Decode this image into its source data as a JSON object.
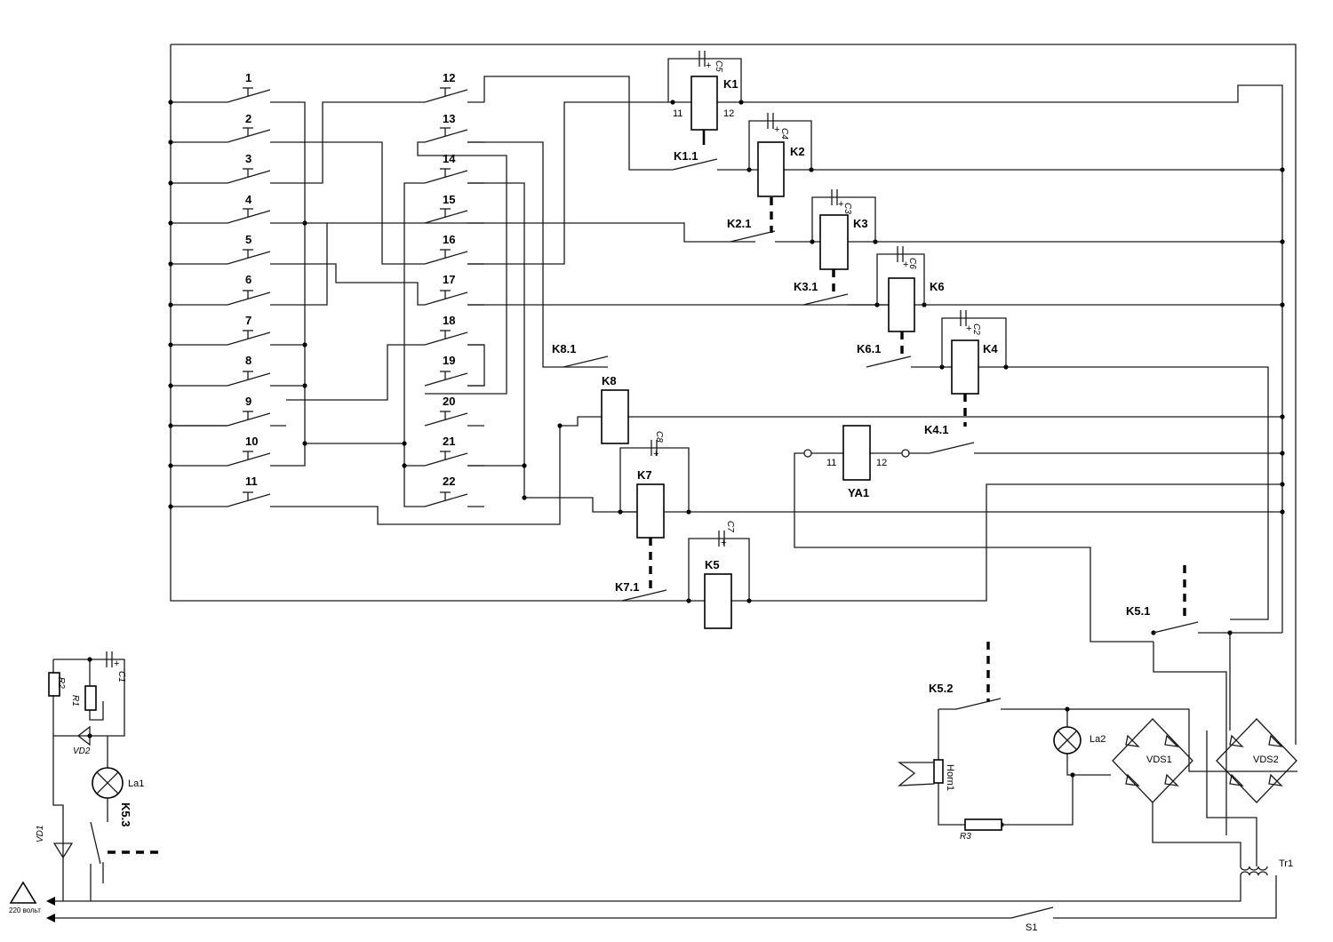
{
  "diagram": {
    "pushbuttons": [
      "1",
      "2",
      "3",
      "4",
      "5",
      "6",
      "7",
      "8",
      "9",
      "10",
      "11",
      "12",
      "13",
      "14",
      "15",
      "16",
      "17",
      "18",
      "19",
      "20",
      "21",
      "22"
    ],
    "relays": {
      "K1": "K1",
      "K2": "K2",
      "K3": "K3",
      "K6": "K6",
      "K4": "K4",
      "K8": "K8",
      "K7": "K7",
      "K5": "K5",
      "YA1": "YA1"
    },
    "contacts": {
      "K1_1": "K1.1",
      "K2_1": "K2.1",
      "K3_1": "K3.1",
      "K6_1": "K6.1",
      "K8_1": "K8.1",
      "K4_1": "K4.1",
      "K7_1": "K7.1",
      "K5_1": "K5.1",
      "K5_2": "K5.2",
      "K5_3": "K5.3"
    },
    "capacitors": {
      "C5": "C5",
      "C4": "C4",
      "C3": "C3",
      "C6": "C6",
      "C2": "C2",
      "C8": "C8",
      "C7": "C7",
      "C1": "C1"
    },
    "pins": {
      "p11": "11",
      "p12": "12"
    },
    "cap_plus": "+",
    "components": {
      "R1": "R1",
      "R2": "R2",
      "R3": "R3",
      "VD1": "VD1",
      "VD2": "VD2",
      "La1": "La1",
      "La2": "La2",
      "Horn1": "Horn1",
      "VDS1": "VDS1",
      "VDS2": "VDS2",
      "Tr1": "Tr1",
      "S1": "S1"
    },
    "power_label": "220 вольт"
  }
}
